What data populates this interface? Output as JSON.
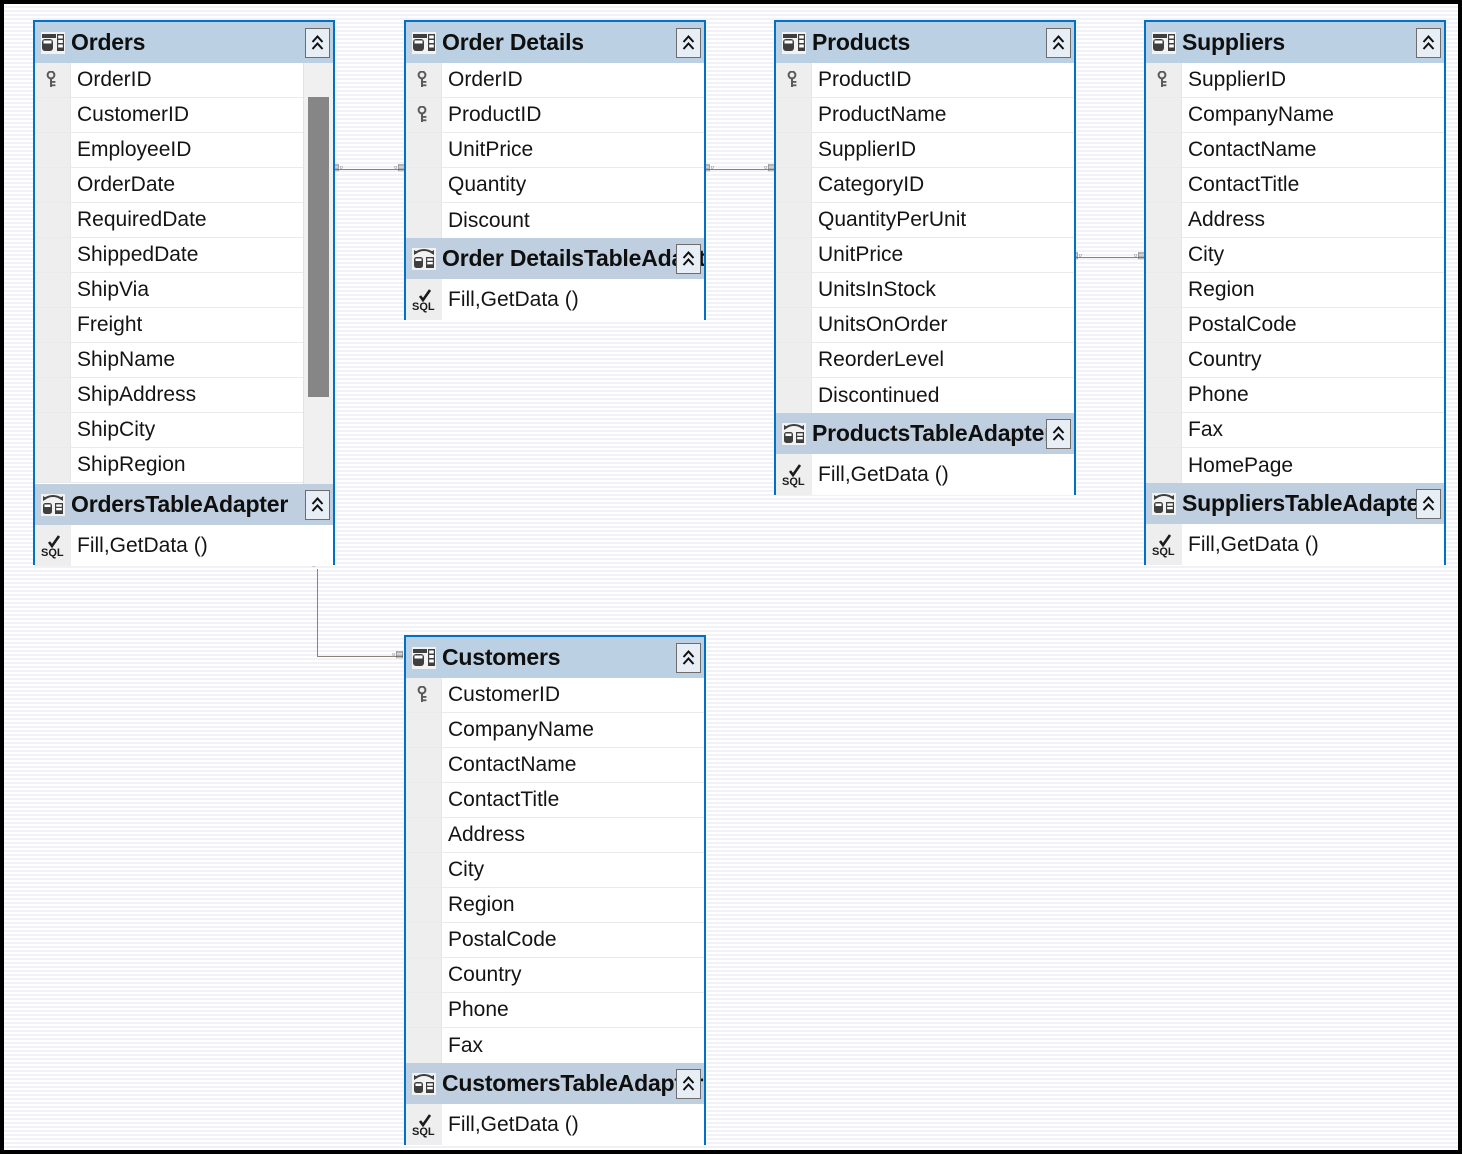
{
  "designer": {
    "name": "dataset-designer-surface",
    "background": "#ffffff",
    "stripe_color": "#f1f1f7",
    "border_color": "#0072C6",
    "header_color": "#bcd0e3"
  },
  "entities": [
    {
      "id": "orders",
      "title": "Orders",
      "icon": "table-icon",
      "collapse_icon": "chevron-double-up-icon",
      "fields": [
        {
          "name": "OrderID",
          "key": true
        },
        {
          "name": "CustomerID",
          "key": false
        },
        {
          "name": "EmployeeID",
          "key": false
        },
        {
          "name": "OrderDate",
          "key": false
        },
        {
          "name": "RequiredDate",
          "key": false
        },
        {
          "name": "ShippedDate",
          "key": false
        },
        {
          "name": "ShipVia",
          "key": false
        },
        {
          "name": "Freight",
          "key": false
        },
        {
          "name": "ShipName",
          "key": false
        },
        {
          "name": "ShipAddress",
          "key": false
        },
        {
          "name": "ShipCity",
          "key": false
        },
        {
          "name": "ShipRegion",
          "key": false
        }
      ],
      "has_scrollbar": true,
      "adapter": {
        "title": "OrdersTableAdapter",
        "icon": "table-adapter-icon",
        "collapse_icon": "chevron-double-up-icon",
        "methods": [
          {
            "name": "Fill,GetData ()",
            "icon": "sql-check-icon"
          }
        ]
      }
    },
    {
      "id": "order-details",
      "title": "Order Details",
      "icon": "table-icon",
      "collapse_icon": "chevron-double-up-icon",
      "fields": [
        {
          "name": "OrderID",
          "key": true
        },
        {
          "name": "ProductID",
          "key": true
        },
        {
          "name": "UnitPrice",
          "key": false
        },
        {
          "name": "Quantity",
          "key": false
        },
        {
          "name": "Discount",
          "key": false
        }
      ],
      "has_scrollbar": false,
      "adapter": {
        "title": "Order DetailsTableAdapter",
        "icon": "table-adapter-icon",
        "collapse_icon": "chevron-double-up-icon",
        "methods": [
          {
            "name": "Fill,GetData ()",
            "icon": "sql-check-icon"
          }
        ]
      }
    },
    {
      "id": "products",
      "title": "Products",
      "icon": "table-icon",
      "collapse_icon": "chevron-double-up-icon",
      "fields": [
        {
          "name": "ProductID",
          "key": true
        },
        {
          "name": "ProductName",
          "key": false
        },
        {
          "name": "SupplierID",
          "key": false
        },
        {
          "name": "CategoryID",
          "key": false
        },
        {
          "name": "QuantityPerUnit",
          "key": false
        },
        {
          "name": "UnitPrice",
          "key": false
        },
        {
          "name": "UnitsInStock",
          "key": false
        },
        {
          "name": "UnitsOnOrder",
          "key": false
        },
        {
          "name": "ReorderLevel",
          "key": false
        },
        {
          "name": "Discontinued",
          "key": false
        }
      ],
      "has_scrollbar": false,
      "adapter": {
        "title": "ProductsTableAdapter",
        "icon": "table-adapter-icon",
        "collapse_icon": "chevron-double-up-icon",
        "methods": [
          {
            "name": "Fill,GetData ()",
            "icon": "sql-check-icon"
          }
        ]
      }
    },
    {
      "id": "suppliers",
      "title": "Suppliers",
      "icon": "table-icon",
      "collapse_icon": "chevron-double-up-icon",
      "fields": [
        {
          "name": "SupplierID",
          "key": true
        },
        {
          "name": "CompanyName",
          "key": false
        },
        {
          "name": "ContactName",
          "key": false
        },
        {
          "name": "ContactTitle",
          "key": false
        },
        {
          "name": "Address",
          "key": false
        },
        {
          "name": "City",
          "key": false
        },
        {
          "name": "Region",
          "key": false
        },
        {
          "name": "PostalCode",
          "key": false
        },
        {
          "name": "Country",
          "key": false
        },
        {
          "name": "Phone",
          "key": false
        },
        {
          "name": "Fax",
          "key": false
        },
        {
          "name": "HomePage",
          "key": false
        }
      ],
      "has_scrollbar": false,
      "adapter": {
        "title": "SuppliersTableAdapter",
        "icon": "table-adapter-icon",
        "collapse_icon": "chevron-double-up-icon",
        "methods": [
          {
            "name": "Fill,GetData ()",
            "icon": "sql-check-icon"
          }
        ]
      }
    },
    {
      "id": "customers",
      "title": "Customers",
      "icon": "table-icon",
      "collapse_icon": "chevron-double-up-icon",
      "fields": [
        {
          "name": "CustomerID",
          "key": true
        },
        {
          "name": "CompanyName",
          "key": false
        },
        {
          "name": "ContactName",
          "key": false
        },
        {
          "name": "ContactTitle",
          "key": false
        },
        {
          "name": "Address",
          "key": false
        },
        {
          "name": "City",
          "key": false
        },
        {
          "name": "Region",
          "key": false
        },
        {
          "name": "PostalCode",
          "key": false
        },
        {
          "name": "Country",
          "key": false
        },
        {
          "name": "Phone",
          "key": false
        },
        {
          "name": "Fax",
          "key": false
        }
      ],
      "has_scrollbar": false,
      "adapter": {
        "title": "CustomersTableAdapter",
        "icon": "table-adapter-icon",
        "collapse_icon": "chevron-double-up-icon",
        "methods": [
          {
            "name": "Fill,GetData ()",
            "icon": "sql-check-icon"
          }
        ]
      }
    }
  ],
  "relations": [
    {
      "id": "rel-orders-order-details",
      "from": "orders",
      "to": "order-details"
    },
    {
      "id": "rel-order-details-products",
      "from": "order-details",
      "to": "products"
    },
    {
      "id": "rel-products-suppliers",
      "from": "products",
      "to": "suppliers"
    },
    {
      "id": "rel-orders-customers",
      "from": "orders",
      "to": "customers"
    }
  ]
}
